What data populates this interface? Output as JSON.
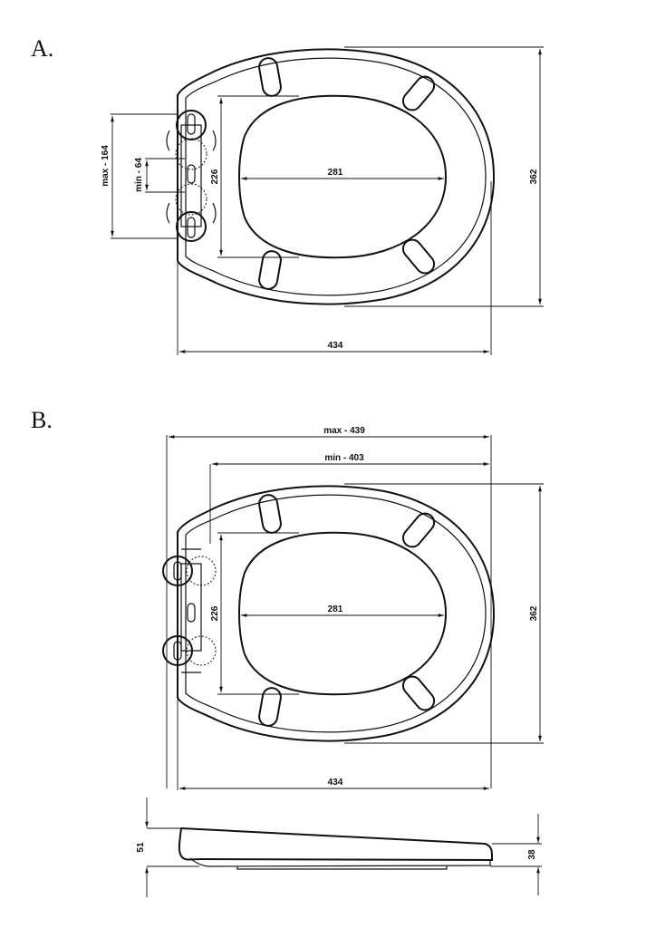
{
  "view_a": {
    "label": "A.",
    "dims": {
      "hinge_max": "max - 164",
      "hinge_min": "min - 64",
      "inner_length": "226",
      "inner_width": "281",
      "overall_length": "362",
      "overall_width": "434"
    }
  },
  "view_b": {
    "label": "B.",
    "dims": {
      "width_max": "max - 439",
      "width_min": "min - 403",
      "inner_length": "226",
      "inner_width": "281",
      "overall_length": "362",
      "overall_width": "434"
    }
  },
  "side_view": {
    "dims": {
      "height_back": "51",
      "height_front": "38"
    }
  }
}
